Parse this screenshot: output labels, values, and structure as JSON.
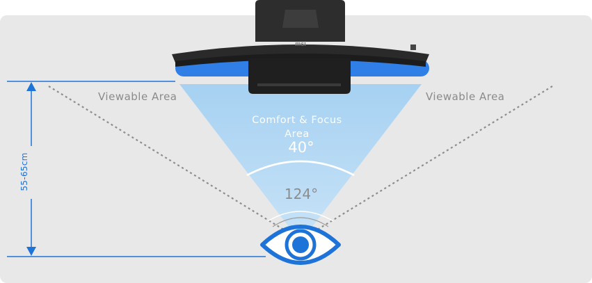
{
  "diagram": {
    "viewable_area_left": "Viewable Area",
    "viewable_area_right": "Viewable Area",
    "comfort_line1": "Comfort & Focus",
    "comfort_line2": "Area",
    "comfort_angle": "40°",
    "viewable_angle": "124°",
    "distance": "55-65cm",
    "brand_mark": "msi"
  },
  "colors": {
    "background_panel": "#e8e8e8",
    "comfort_zone": "#9fcdf0",
    "accent_blue": "#1e73d8",
    "monitor_body": "#2b2b2b",
    "monitor_highlight": "#2f7fe6",
    "viewable_line": "#8d8d8d"
  },
  "icons": [
    "eye-icon",
    "monitor-top-view",
    "dimension-arrow"
  ]
}
